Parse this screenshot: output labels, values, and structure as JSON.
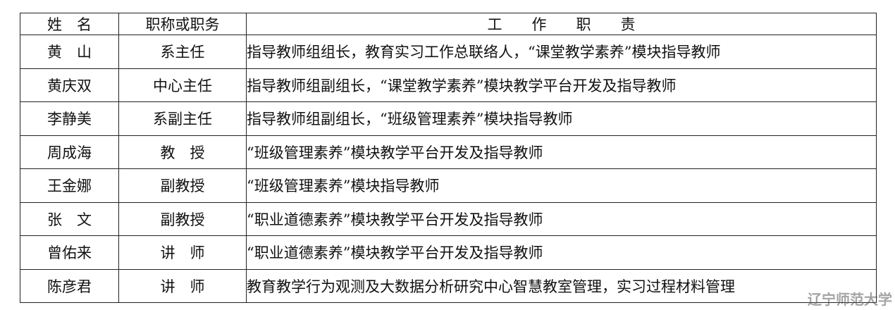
{
  "table": {
    "headers": [
      "姓　名",
      "职称或职务",
      "工　　作　　职　　责"
    ],
    "rows": [
      {
        "name": "黄　山",
        "title": "系主任",
        "duty": "指导教师组组长，教育实习工作总联络人，“课堂教学素养”模块指导教师"
      },
      {
        "name": "黄庆双",
        "title": "中心主任",
        "duty": "指导教师组副组长，“课堂教学素养”模块教学平台开发及指导教师"
      },
      {
        "name": "李静美",
        "title": "系副主任",
        "duty": "指导教师组副组长，“班级管理素养”模块指导教师"
      },
      {
        "name": "周成海",
        "title": "教　授",
        "duty": "“班级管理素养”模块教学平台开发及指导教师"
      },
      {
        "name": "王金娜",
        "title": "副教授",
        "duty": "“班级管理素养”模块指导教师"
      },
      {
        "name": "张　文",
        "title": "副教授",
        "duty": "“职业道德素养”模块教学平台开发及指导教师"
      },
      {
        "name": "曾佑来",
        "title": "讲　师",
        "duty": "“职业道德素养”模块教学平台开发及指导教师"
      },
      {
        "name": "陈彦君",
        "title": "讲　师",
        "duty": "教育教学行为观测及大数据分析研究中心智慧教室管理，实习过程材料管理"
      }
    ]
  },
  "watermark": "辽宁师范大学"
}
